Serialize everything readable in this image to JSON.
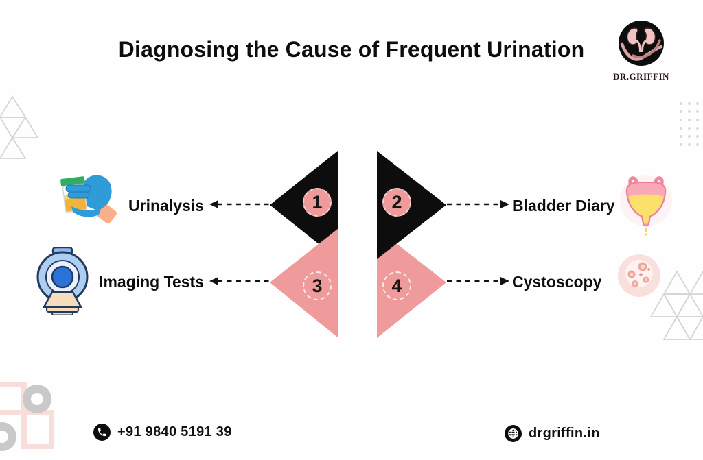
{
  "title": "Diagnosing the Cause of Frequent Urination",
  "logo": {
    "name": "DR.GRIFFIN",
    "icon": "kidneys-logo-icon"
  },
  "steps": [
    {
      "number": "1",
      "label": "Urinalysis",
      "side": "left",
      "shape_color": "#0d0d0d",
      "icon": "urine-sample-hand-icon"
    },
    {
      "number": "2",
      "label": "Bladder Diary",
      "side": "right",
      "shape_color": "#0d0d0d",
      "icon": "bladder-icon"
    },
    {
      "number": "3",
      "label": "Imaging Tests",
      "side": "left",
      "shape_color": "#ef9b9b",
      "icon": "mri-scanner-icon"
    },
    {
      "number": "4",
      "label": "Cystoscopy",
      "side": "right",
      "shape_color": "#ef9b9b",
      "icon": "cystoscopy-cells-icon"
    }
  ],
  "footer": {
    "phone": "+91 9840 5191 39",
    "phone_icon": "phone-icon",
    "website": "drgriffin.in",
    "website_icon": "globe-icon"
  },
  "colors": {
    "accent_pink": "#ef9b9b",
    "shape_black": "#0d0d0d",
    "decor_gray": "#d5d5d5",
    "decor_dot_gray": "#d9d9d9",
    "decor_pink": "#f8dedb",
    "background": "#fefefe"
  }
}
